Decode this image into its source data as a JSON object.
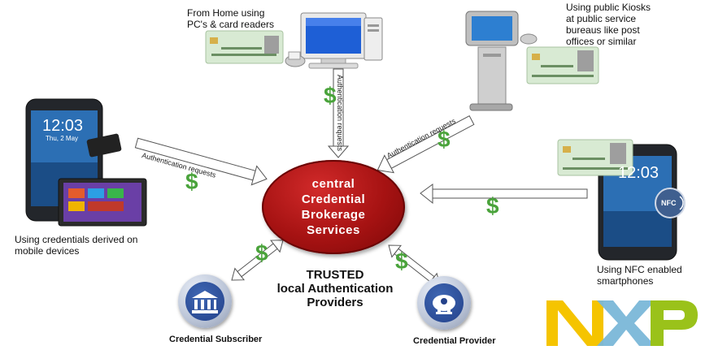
{
  "hub": {
    "line1": "central",
    "line2": "Credential",
    "line3": "Brokerage",
    "line4": "Services"
  },
  "trusted": {
    "line1": "TRUSTED",
    "line2": "local Authentication",
    "line3": "Providers"
  },
  "labels": {
    "home": "From Home using\nPC's & card readers",
    "kiosk": "Using public  Kiosks\nat public service\nbureaus like post\noffices or similar",
    "mobile": "Using credentials derived on\nmobile devices",
    "nfc": "Using NFC enabled\nsmartphones"
  },
  "arrows": {
    "left": "Authentication requests",
    "top": "Authentication requests",
    "kiosk": "Authentication requests"
  },
  "dollar": "$",
  "providers": {
    "subscriber": "Credential Subscriber",
    "provider": "Credential Provider"
  },
  "devices": {
    "phone_time": "12:03",
    "phone_date": "Thu, 2 May",
    "nfc_phone_time": "12:03",
    "nfc_tag": "NFC"
  },
  "logo": "NXP",
  "colors": {
    "hub": "#a51212",
    "dollar": "#4aa33b",
    "nxp_yellow": "#f5c400",
    "nxp_blue": "#7ab7d8",
    "nxp_green": "#9ac21a"
  }
}
